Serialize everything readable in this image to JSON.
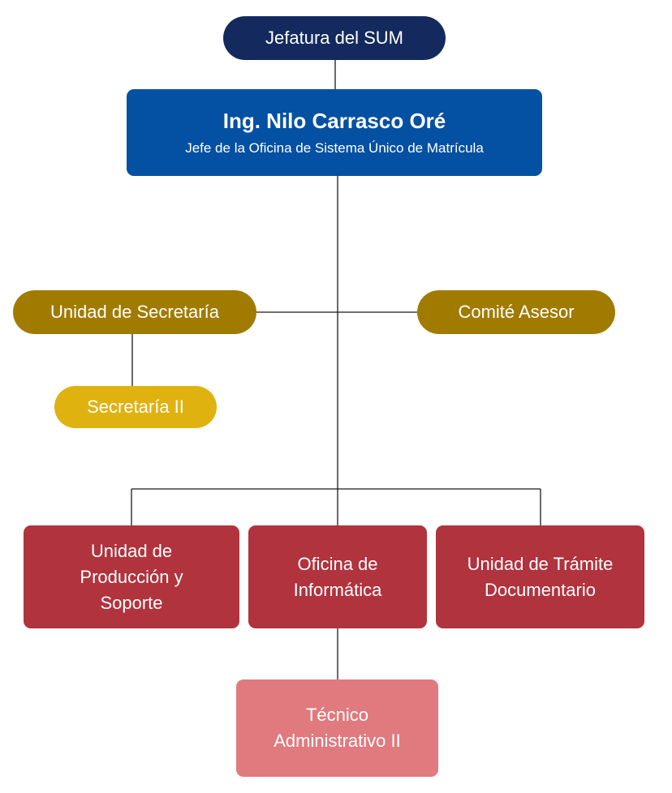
{
  "org_chart": {
    "top": {
      "label": "Jefatura del SUM",
      "color": "#142a5e"
    },
    "head": {
      "name": "Ing. Nilo Carrasco Oré",
      "role": "Jefe de la Oficina de Sistema Único de Matrícula",
      "color": "#0450a3"
    },
    "staff": [
      {
        "label": "Unidad de Secretaría",
        "color": "#a17b00"
      },
      {
        "label": "Comité Asesor",
        "color": "#a17b00"
      }
    ],
    "secretaria": {
      "label": "Secretaría II",
      "color": "#dfb20f"
    },
    "units": [
      {
        "label": "Unidad de\nProducción y\nSoporte",
        "color": "#b0333d"
      },
      {
        "label": "Oficina de\nInformática",
        "color": "#b0333d"
      },
      {
        "label": "Unidad de Trámite\nDocumentario",
        "color": "#b0333d"
      }
    ],
    "tecnico": {
      "label": "Técnico\nAdministrativo II",
      "color": "#e07a7e"
    },
    "line_color": "#1a1a1a"
  }
}
